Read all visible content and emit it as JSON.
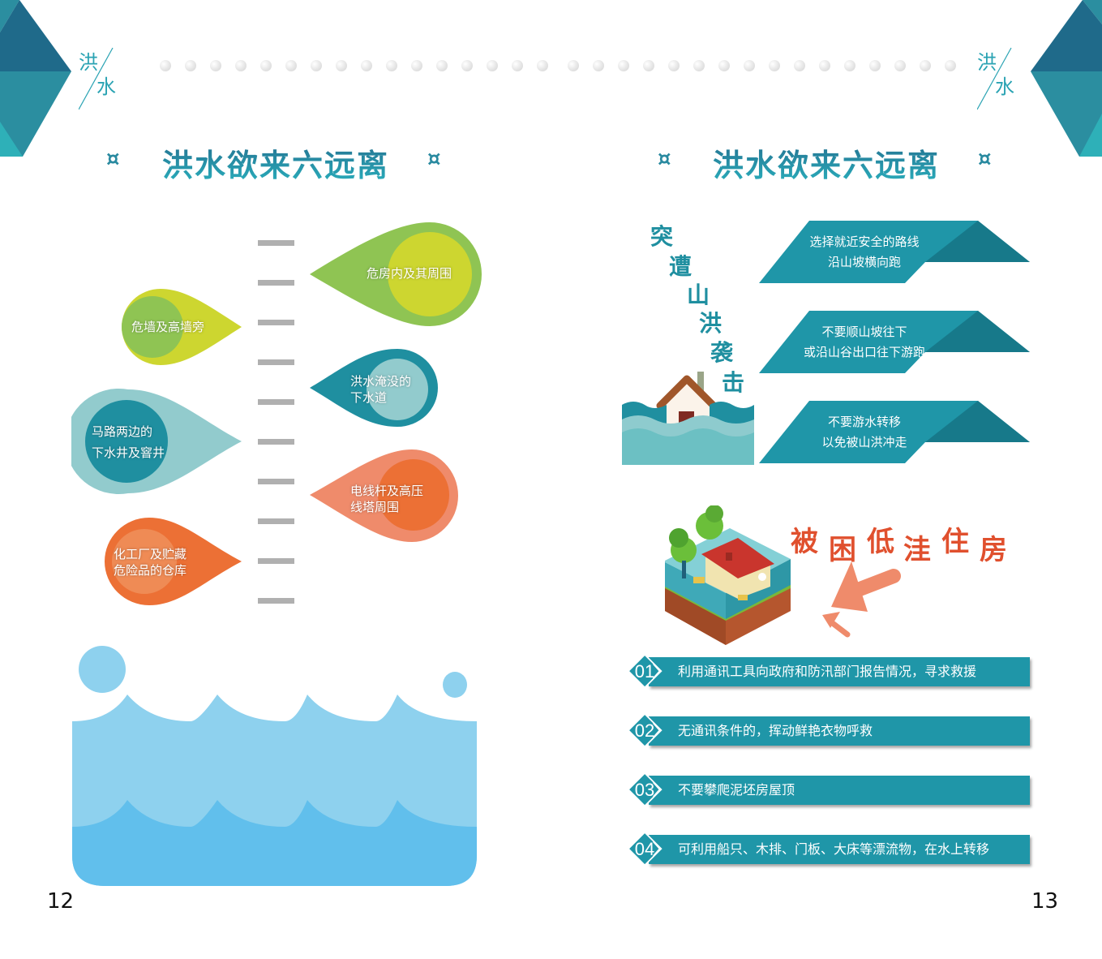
{
  "header": {
    "logo_left": {
      "char1": "洪",
      "char2": "水"
    },
    "logo_right": {
      "char1": "洪",
      "char2": "水"
    },
    "dot_count_left": 16,
    "dot_count_right": 16
  },
  "colors": {
    "teal_dark": "#1f6a8a",
    "teal_mid": "#2b8ea0",
    "teal_light": "#2eb0b8",
    "lime": "#cdd630",
    "green": "#8fc453",
    "light_teal": "#92cbcd",
    "dark_teal": "#1f8fa0",
    "salmon": "#ef8b6b",
    "orange": "#ec7035",
    "water_light": "#8ed1ee",
    "water_dark": "#61bfec",
    "banner": "#1f96a8",
    "red_title": "#e0502e",
    "arrow": "#ef8b6b"
  },
  "left_page": {
    "title": "洪水欲来六远离",
    "title_ornament": "¤",
    "page_number": "12",
    "drops": [
      {
        "label": "危房内及其周围",
        "side": "right"
      },
      {
        "label": "危墙及高墙旁",
        "side": "left"
      },
      {
        "label_line1": "洪水淹没的",
        "label_line2": "下水道",
        "side": "right"
      },
      {
        "label_line1": "马路两边的",
        "label_line2": "下水井及窨井",
        "side": "left"
      },
      {
        "label_line1": "电线杆及高压",
        "label_line2": "线塔周围",
        "side": "right"
      },
      {
        "label_line1": "化工厂及贮藏",
        "label_line2": "危险品的仓库",
        "side": "left"
      }
    ],
    "tick_count": 10
  },
  "right_page": {
    "title": "洪水欲来六远离",
    "title_ornament": "¤",
    "page_number": "13",
    "vertical_heading": [
      "突",
      "遭",
      "山",
      "洪",
      "袭",
      "击"
    ],
    "banners": [
      {
        "line1": "选择就近安全的路线",
        "line2": "沿山坡横向跑"
      },
      {
        "line1": "不要顺山坡往下",
        "line2": "或沿山谷出口往下游跑"
      },
      {
        "line1": "不要游水转移",
        "line2": "以免被山洪冲走"
      }
    ],
    "trapped_heading": [
      "被",
      "困",
      "低",
      "洼",
      "住",
      "房"
    ],
    "steps": [
      {
        "num": "01",
        "text": "利用通讯工具向政府和防汛部门报告情况，寻求救援"
      },
      {
        "num": "02",
        "text": "无通讯条件的，挥动鲜艳衣物呼救"
      },
      {
        "num": "03",
        "text": "不要攀爬泥坯房屋顶"
      },
      {
        "num": "04",
        "text": "可利用船只、木排、门板、大床等漂流物，在水上转移"
      }
    ]
  }
}
